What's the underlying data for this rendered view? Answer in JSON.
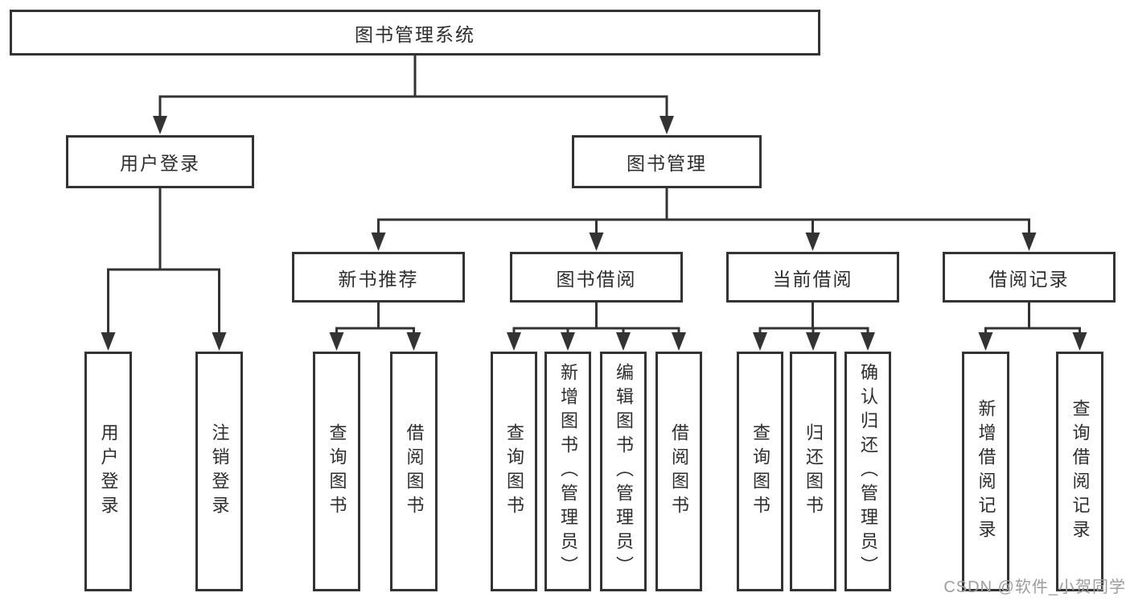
{
  "tree": {
    "root": {
      "label": "图书管理系统",
      "children": [
        {
          "label": "用户登录",
          "children": [
            {
              "label": "用户登录"
            },
            {
              "label": "注销登录"
            }
          ]
        },
        {
          "label": "图书管理",
          "children": [
            {
              "label": "新书推荐",
              "children": [
                {
                  "label": "查询图书"
                },
                {
                  "label": "借阅图书"
                }
              ]
            },
            {
              "label": "图书借阅",
              "children": [
                {
                  "label": "查询图书"
                },
                {
                  "label": "新增图书（管理员）"
                },
                {
                  "label": "编辑图书（管理员）"
                },
                {
                  "label": "借阅图书"
                }
              ]
            },
            {
              "label": "当前借阅",
              "children": [
                {
                  "label": "查询图书"
                },
                {
                  "label": "归还图书"
                },
                {
                  "label": "确认归还（管理员）"
                }
              ]
            },
            {
              "label": "借阅记录",
              "children": [
                {
                  "label": "新增借阅记录"
                },
                {
                  "label": "查询借阅记录"
                }
              ]
            }
          ]
        }
      ]
    }
  },
  "watermark": {
    "text": "CSDN @软件_小贺同学"
  },
  "colors": {
    "line": "#333333",
    "box_border": "#333333",
    "box_fill": "#ffffff",
    "text": "#2d2d2d",
    "watermark": "#9d9d9d",
    "background": "#ffffff"
  }
}
